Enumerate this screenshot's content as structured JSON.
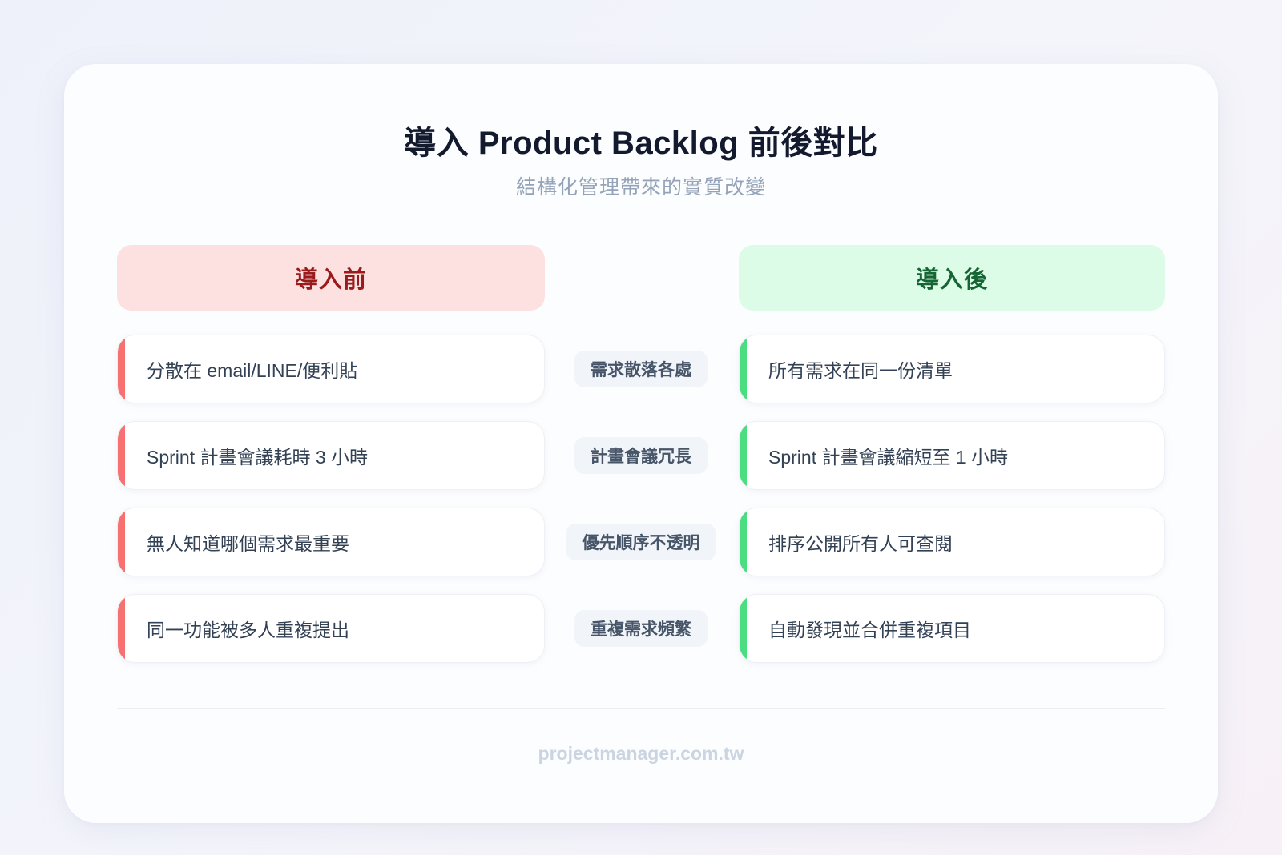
{
  "header": {
    "title": "導入 Product Backlog 前後對比",
    "subtitle": "結構化管理帶來的實質改變"
  },
  "columns": {
    "before": {
      "label": "導入前",
      "color": "#991b1b",
      "bg": "#fde1e1",
      "accent": "#f87171"
    },
    "after": {
      "label": "導入後",
      "color": "#166534",
      "bg": "#dcfce7",
      "accent": "#4ade80"
    }
  },
  "rows": [
    {
      "before": "分散在 email/LINE/便利貼",
      "tag": "需求散落各處",
      "after": "所有需求在同一份清單"
    },
    {
      "before": "Sprint 計畫會議耗時 3 小時",
      "tag": "計畫會議冗長",
      "after": "Sprint 計畫會議縮短至 1 小時"
    },
    {
      "before": "無人知道哪個需求最重要",
      "tag": "優先順序不透明",
      "after": "排序公開所有人可查閱"
    },
    {
      "before": "同一功能被多人重複提出",
      "tag": "重複需求頻繁",
      "after": "自動發現並合併重複項目"
    }
  ],
  "footer": {
    "text": "projectmanager.com.tw"
  }
}
